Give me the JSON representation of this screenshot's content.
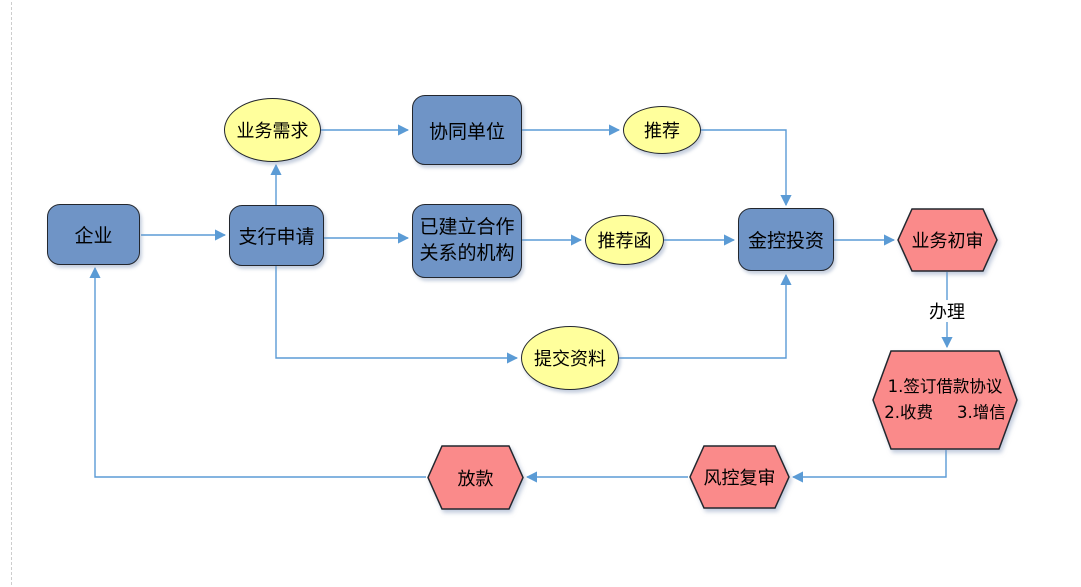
{
  "diagram_type": "flowchart",
  "colors": {
    "process_fill": "#6F94C6",
    "event_fill": "#FFFF9C",
    "review_fill": "#FA8A8A",
    "shape_border": "#23272e",
    "connector": "#5B9BD5",
    "background": "#ffffff"
  },
  "nodes": {
    "enterprise": {
      "label": "企业",
      "shape": "rounded-rect"
    },
    "branch_application": {
      "label": "支行申请",
      "shape": "rounded-rect"
    },
    "business_demand": {
      "label": "业务需求",
      "shape": "ellipse"
    },
    "cooperating_unit": {
      "label": "协同单位",
      "shape": "rounded-rect"
    },
    "recommend": {
      "label": "推荐",
      "shape": "ellipse"
    },
    "established_partner": {
      "line1": "已建立合作",
      "line2": "关系的机构",
      "shape": "rounded-rect"
    },
    "recommendation_letter": {
      "label": "推荐函",
      "shape": "ellipse"
    },
    "jinkong_investment": {
      "label": "金控投资",
      "shape": "rounded-rect"
    },
    "business_initial_review": {
      "label": "业务初审",
      "shape": "hexagon"
    },
    "signing": {
      "line1": "1.签订借款协议",
      "line2_item1": "2.收费",
      "line2_item2": "3.增信",
      "shape": "hexagon"
    },
    "submit_materials": {
      "label": "提交资料",
      "shape": "ellipse"
    },
    "risk_control_review": {
      "label": "风控复审",
      "shape": "hexagon"
    },
    "loan_disbursement": {
      "label": "放款",
      "shape": "hexagon"
    }
  },
  "edge_labels": {
    "handle": "办理"
  },
  "edges": [
    {
      "from": "enterprise",
      "to": "branch_application"
    },
    {
      "from": "branch_application",
      "to": "business_demand"
    },
    {
      "from": "business_demand",
      "to": "cooperating_unit"
    },
    {
      "from": "cooperating_unit",
      "to": "recommend"
    },
    {
      "from": "recommend",
      "to": "jinkong_investment"
    },
    {
      "from": "branch_application",
      "to": "established_partner"
    },
    {
      "from": "established_partner",
      "to": "recommendation_letter"
    },
    {
      "from": "recommendation_letter",
      "to": "jinkong_investment"
    },
    {
      "from": "branch_application",
      "to": "submit_materials"
    },
    {
      "from": "submit_materials",
      "to": "jinkong_investment"
    },
    {
      "from": "jinkong_investment",
      "to": "business_initial_review"
    },
    {
      "from": "business_initial_review",
      "to": "signing",
      "label": "办理"
    },
    {
      "from": "signing",
      "to": "risk_control_review"
    },
    {
      "from": "risk_control_review",
      "to": "loan_disbursement"
    },
    {
      "from": "loan_disbursement",
      "to": "enterprise"
    }
  ]
}
